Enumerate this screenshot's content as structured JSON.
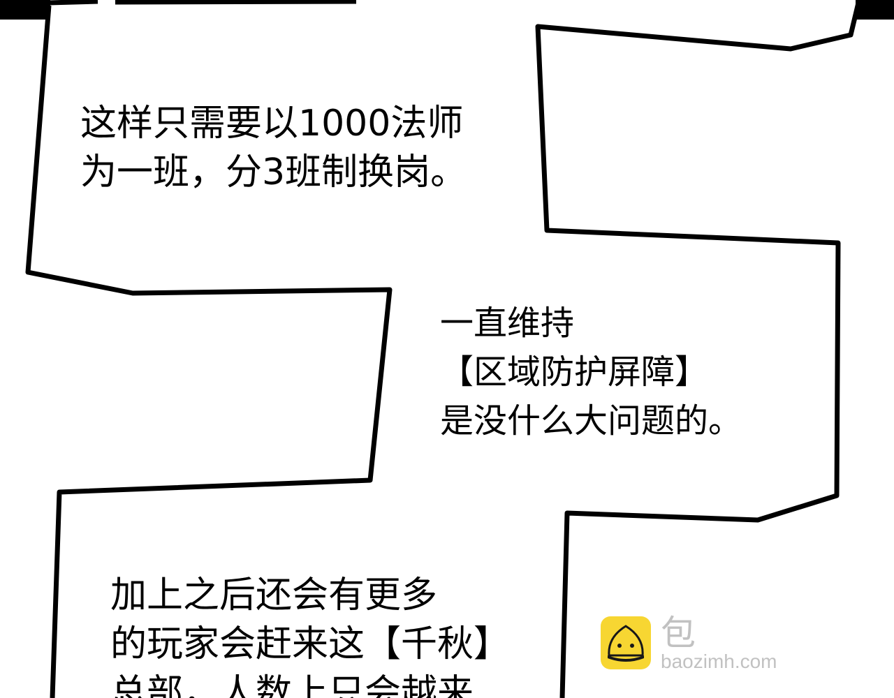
{
  "panels": [
    {
      "lines": [
        "这样只需要以1000法师",
        "为一班，分3班制换岗。"
      ]
    },
    {
      "lines": [
        "一直维持",
        "【区域防护屏障】",
        "是没什么大问题的。"
      ]
    },
    {
      "lines": [
        "加上之后还会有更多",
        "的玩家会赶来这【千秋】",
        "总部，人数上只会越来"
      ]
    }
  ],
  "watermark": {
    "brand": "包",
    "url": "baozimh.com",
    "color": "#f7d21c"
  }
}
